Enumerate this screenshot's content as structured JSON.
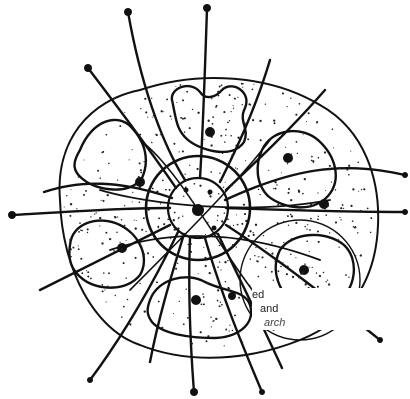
{
  "figure": {
    "description_icon": "cell-sketch-icon",
    "ink_color": "#111111",
    "background": "#ffffff"
  },
  "caption": {
    "line1": "ed",
    "line2": "and",
    "line3": "arch"
  }
}
